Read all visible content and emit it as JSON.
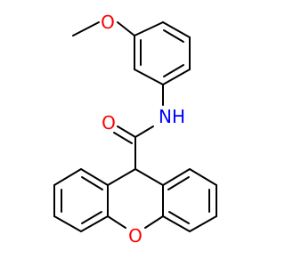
{
  "molecule": {
    "atoms": [
      {
        "id": "O_methoxy",
        "symbol": "O",
        "color": "#ff0000"
      },
      {
        "id": "N_amide",
        "symbol": "NH",
        "color": "#0000ff"
      },
      {
        "id": "O_carbonyl",
        "symbol": "O",
        "color": "#ff0000"
      },
      {
        "id": "O_xanthene",
        "symbol": "O",
        "color": "#ff0000"
      }
    ]
  }
}
